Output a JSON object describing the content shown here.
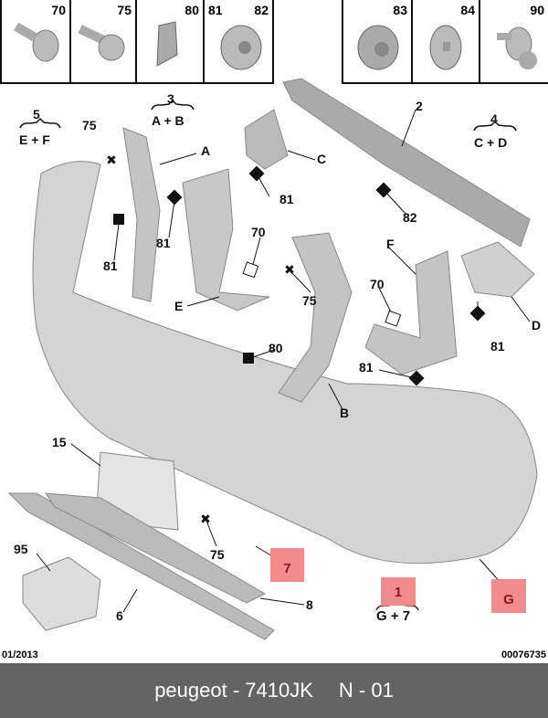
{
  "fastener_boxes": [
    {
      "label": "70"
    },
    {
      "label": "75"
    },
    {
      "label": "80"
    },
    {
      "label": "81",
      "label2": "82"
    },
    {
      "label": "83"
    },
    {
      "label": "84"
    },
    {
      "label": "90"
    }
  ],
  "callouts": {
    "c5": "5",
    "c5sub": "E + F",
    "c3": "3",
    "c3sub": "A + B",
    "c4": "4",
    "c4sub": "C + D",
    "c2": "2",
    "A": "A",
    "B": "B",
    "C": "C",
    "D": "D",
    "E": "E",
    "F": "F",
    "n75a": "75",
    "n75b": "75",
    "n75c": "75",
    "n81a": "81",
    "n81b": "81",
    "n81c": "81",
    "n81d": "81",
    "n81e": "81",
    "n82": "82",
    "n70a": "70",
    "n70b": "70",
    "n80": "80",
    "n15": "15",
    "n95": "95",
    "n6": "6",
    "n8": "8"
  },
  "highlighted": {
    "seven": "7",
    "one": "1",
    "one_sub": "G + 7",
    "g": "G",
    "color": "#f28b8b"
  },
  "meta": {
    "date": "01/2013",
    "ref": "00076735"
  },
  "footer": {
    "brand_part": "peugeot - 7410JK",
    "page": "N - 01"
  }
}
